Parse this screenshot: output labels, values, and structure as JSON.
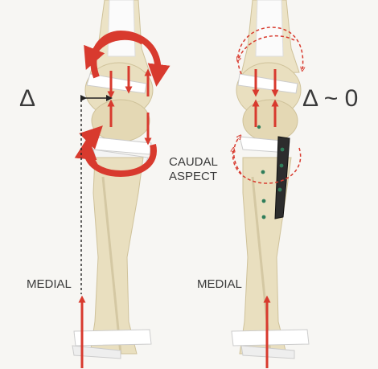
{
  "labels": {
    "left_delta": "Δ",
    "right_delta": "Δ ~ 0",
    "caudal": "CAUDAL\nASPECT",
    "left_medial": "MEDIAL",
    "right_medial": "MEDIAL"
  },
  "colors": {
    "background": "#f7f6f3",
    "bone": "#e9dfbf",
    "bone_shadow": "#cfc29a",
    "ligament": "#ffffff",
    "arrow_red": "#d83a2e",
    "plate": "#2d2d2d",
    "screw": "#2f7d5a",
    "text": "#3a3a3a"
  },
  "icons": {
    "rotation_arrow": "curved-arrow-icon",
    "force_arrow": "straight-arrow-icon",
    "measure_arrow": "double-headed-arrow-icon"
  }
}
